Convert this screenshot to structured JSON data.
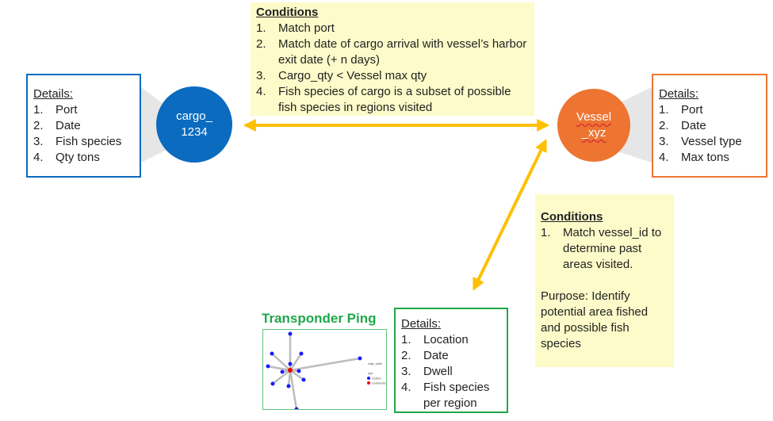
{
  "colors": {
    "cargo_blue": "#0a6bbf",
    "vessel_orange": "#ed7531",
    "transponder_green": "#1fa84a",
    "arrow_yellow": "#ffc000",
    "condition_bg": "#fdfbc9",
    "connector_gray": "#e6e6e6"
  },
  "cargo": {
    "node_line1": "cargo_",
    "node_line2": "1234",
    "details_title": "Details:",
    "details": [
      {
        "num": "1.",
        "text": "Port"
      },
      {
        "num": "2.",
        "text": "Date"
      },
      {
        "num": "3.",
        "text": "Fish species"
      },
      {
        "num": "4.",
        "text": "Qty tons"
      }
    ]
  },
  "vessel": {
    "node_line1": "Vessel",
    "node_line2": "_xyz",
    "details_title": "Details:",
    "details": [
      {
        "num": "1.",
        "text": "Port"
      },
      {
        "num": "2.",
        "text": "Date"
      },
      {
        "num": "3.",
        "text": "Vessel type"
      },
      {
        "num": "4.",
        "text": "Max tons"
      }
    ]
  },
  "cargo_vessel_conditions": {
    "title": "Conditions",
    "items": [
      {
        "num": "1.",
        "text": "Match port"
      },
      {
        "num": "2.",
        "text": "Match date of cargo arrival with vessel’s harbor exit date (+ n days)"
      },
      {
        "num": "3.",
        "text": "Cargo_qty < Vessel max qty"
      },
      {
        "num": "4.",
        "text": "Fish species of cargo is a subset of possible fish species in regions visited"
      }
    ]
  },
  "vessel_transponder_conditions": {
    "title": "Conditions",
    "items": [
      {
        "num": "1.",
        "text": "Match vessel_id to determine past areas visited."
      }
    ],
    "purpose": "Purpose: Identify potential area fished and possible fish species"
  },
  "transponder": {
    "title": "Transponder Ping",
    "details_title": "Details:",
    "details": [
      {
        "num": "1.",
        "text": "Location"
      },
      {
        "num": "2.",
        "text": "Date"
      },
      {
        "num": "3.",
        "text": "Dwell"
      },
      {
        "num": "4.",
        "text": "Fish species per region"
      }
    ],
    "thumbnail_legend": {
      "edge_title": "edge_width",
      "type_title": "type",
      "types": [
        "location",
        "southseafood"
      ]
    }
  }
}
